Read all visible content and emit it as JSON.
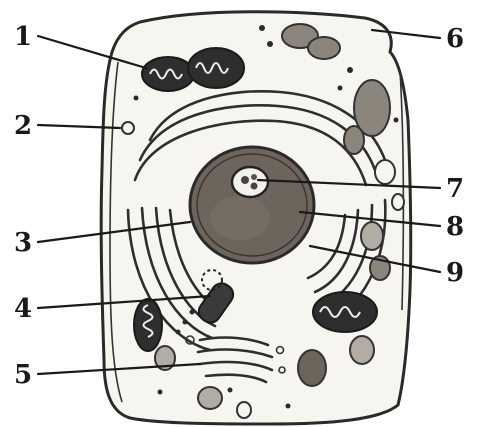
{
  "labels": [
    {
      "number": "1"
    },
    {
      "number": "2"
    },
    {
      "number": "3"
    },
    {
      "number": "4"
    },
    {
      "number": "5"
    },
    {
      "number": "6"
    },
    {
      "number": "7"
    },
    {
      "number": "8"
    },
    {
      "number": "9"
    }
  ],
  "colors": {
    "ink": "#1a1a1a",
    "cytoplasm": "#f6f5ef",
    "nucleus": "#6d655c",
    "vacuole": "#8c857c"
  }
}
